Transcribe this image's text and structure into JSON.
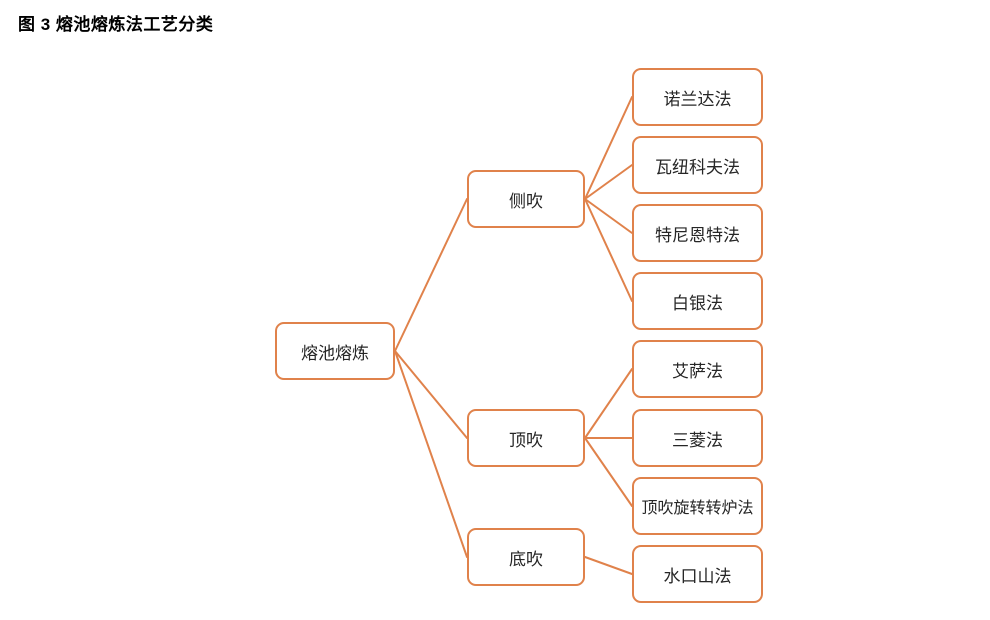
{
  "figure": {
    "title": "图 3  熔池熔炼法工艺分类"
  },
  "colors": {
    "accent": "#e0824b",
    "text": "#262626",
    "background": "#ffffff"
  },
  "diagram": {
    "type": "tree",
    "orientation": "left-to-right",
    "root": {
      "label": "熔池熔炼"
    },
    "branches": [
      {
        "label": "侧吹",
        "children": [
          "诺兰达法",
          "瓦纽科夫法",
          "特尼恩特法",
          "白银法"
        ]
      },
      {
        "label": "顶吹",
        "children": [
          "艾萨法",
          "三菱法",
          "顶吹旋转转炉法"
        ]
      },
      {
        "label": "底吹",
        "children": [
          "水口山法"
        ]
      }
    ]
  }
}
